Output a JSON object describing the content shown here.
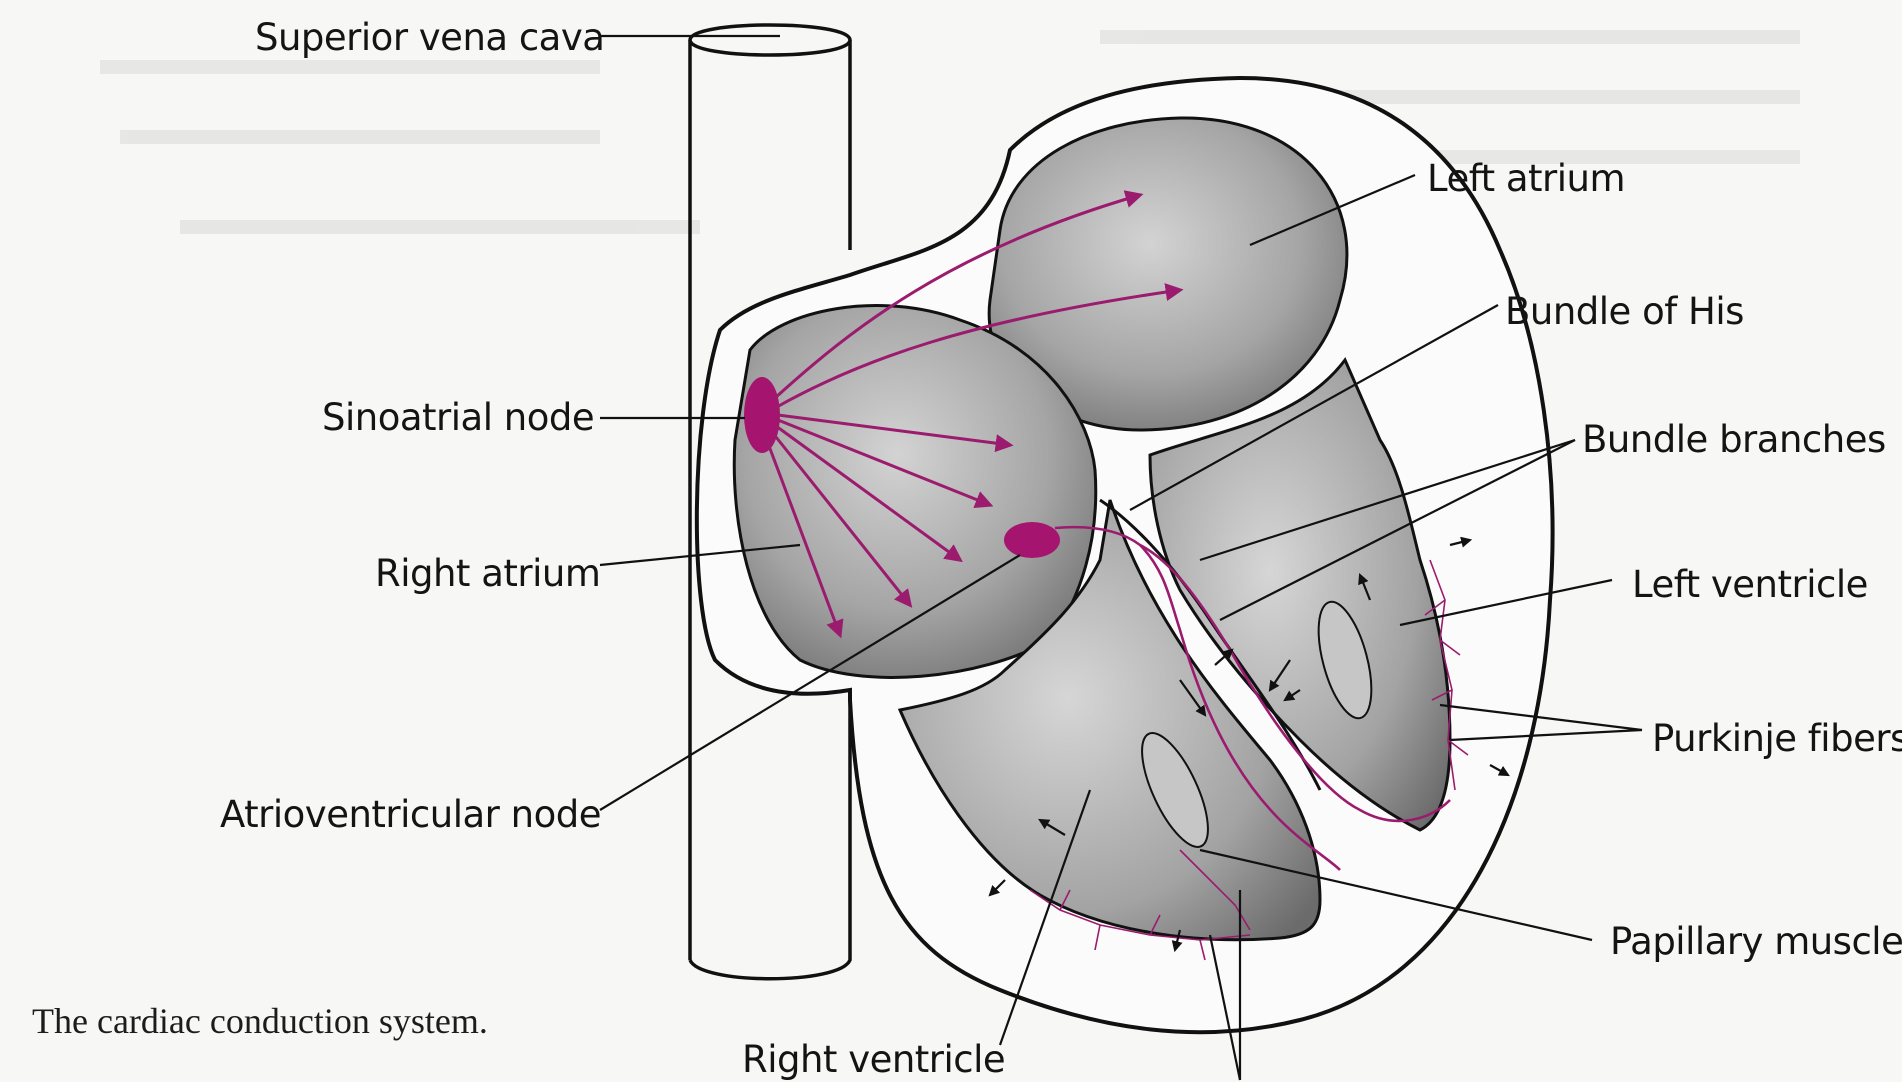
{
  "diagram": {
    "caption": "The cardiac conduction system.",
    "labels": {
      "superior_vena_cava": "Superior vena cava",
      "sinoatrial_node": "Sinoatrial node",
      "right_atrium": "Right atrium",
      "atrioventricular_node": "Atrioventricular node",
      "right_ventricle": "Right ventricle",
      "left_atrium": "Left atrium",
      "bundle_of_his": "Bundle of His",
      "bundle_branches": "Bundle branches",
      "left_ventricle": "Left ventricle",
      "purkinje_fibers": "Purkinje fibers",
      "papillary_muscle": "Papillary muscle"
    },
    "colors": {
      "conduction": "#9b1b6e",
      "node_fill": "#a5156f",
      "chamber_fill": "#a9a9a9",
      "outline": "#111111"
    }
  }
}
